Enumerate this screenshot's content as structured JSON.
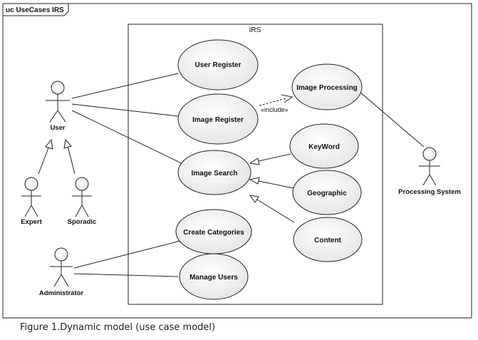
{
  "frame": {
    "title": "uc UseCases IRS"
  },
  "system": {
    "name": "IRS"
  },
  "actors": {
    "user": "User",
    "expert": "Expert",
    "sporadic": "Sporadic",
    "administrator": "Administrator",
    "processing_system": "Processing System"
  },
  "use_cases": {
    "user_register": "User Register",
    "image_register": "Image Register",
    "image_search": "Image Search",
    "image_processing": "Image Processing",
    "keyword": "KeyWord",
    "geographic": "Geographic",
    "content": "Content",
    "create_categories": "Create Categories",
    "manage_users": "Manage Users"
  },
  "relations": {
    "include_label": "«include»"
  },
  "caption": "Figure 1.Dynamic model (use case model)"
}
